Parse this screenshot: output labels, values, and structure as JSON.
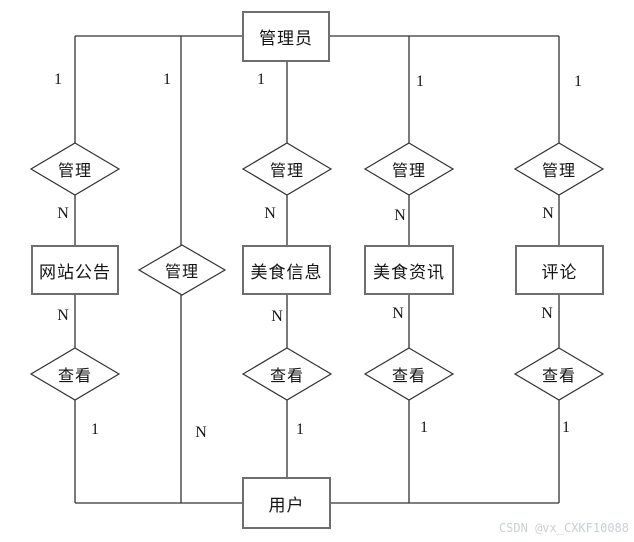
{
  "diagram": {
    "entities": {
      "admin": "管理员",
      "site_announcement": "网站公告",
      "food_info": "美食信息",
      "food_news": "美食资讯",
      "comment": "评论",
      "user": "用户"
    },
    "relations": {
      "manage": "管理",
      "view": "查看"
    },
    "cardinality": {
      "one": "1",
      "many": "N"
    },
    "er_model": [
      {
        "from": "管理员",
        "relationship": "管理",
        "to": "网站公告",
        "cardinality": "1:N"
      },
      {
        "from": "管理员",
        "relationship": "管理",
        "to": "美食信息",
        "cardinality": "1:N"
      },
      {
        "from": "管理员",
        "relationship": "管理",
        "to": "美食资讯",
        "cardinality": "1:N"
      },
      {
        "from": "管理员",
        "relationship": "管理",
        "to": "评论",
        "cardinality": "1:N"
      },
      {
        "from": "管理员",
        "relationship": "管理",
        "to": "用户",
        "cardinality": "1:N"
      },
      {
        "from": "网站公告",
        "relationship": "查看",
        "to": "用户",
        "cardinality": "N:1"
      },
      {
        "from": "美食信息",
        "relationship": "查看",
        "to": "用户",
        "cardinality": "N:1"
      },
      {
        "from": "美食资讯",
        "relationship": "查看",
        "to": "用户",
        "cardinality": "N:1"
      },
      {
        "from": "评论",
        "relationship": "查看",
        "to": "用户",
        "cardinality": "N:1"
      }
    ]
  },
  "watermark": "CSDN @vx_CXKF10088",
  "colors": {
    "background": "#ffffff",
    "line": "#333333",
    "box_border": "#6e6e6e",
    "text": "#141414",
    "watermark": "#cbcfd6"
  }
}
